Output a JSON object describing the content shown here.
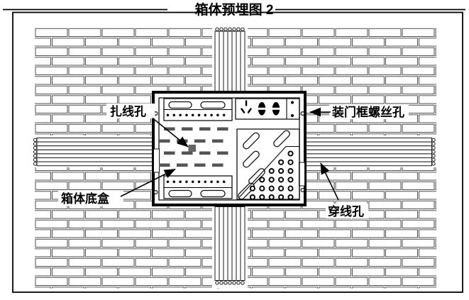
{
  "title": "箱体预埋图 2",
  "diagram": {
    "labels": {
      "cable_tie_hole": "扎线孔",
      "box_bottom_case": "箱体底盒",
      "door_frame_screw_hole": "装门框螺丝孔",
      "wire_through_hole": "穿线孔"
    },
    "conduits": {
      "top_count": 7,
      "bottom_count": 7,
      "left_count": 7,
      "right_count": 7
    },
    "hole_grid_rows": [
      1,
      2,
      3,
      4,
      5,
      5
    ],
    "diagonal_slot_count": 5,
    "colors": {
      "line": "#000000",
      "brick_line": "#4f4f4f",
      "dash_fill": "#555555",
      "square_fill": "#666666",
      "background": "#ffffff"
    }
  }
}
